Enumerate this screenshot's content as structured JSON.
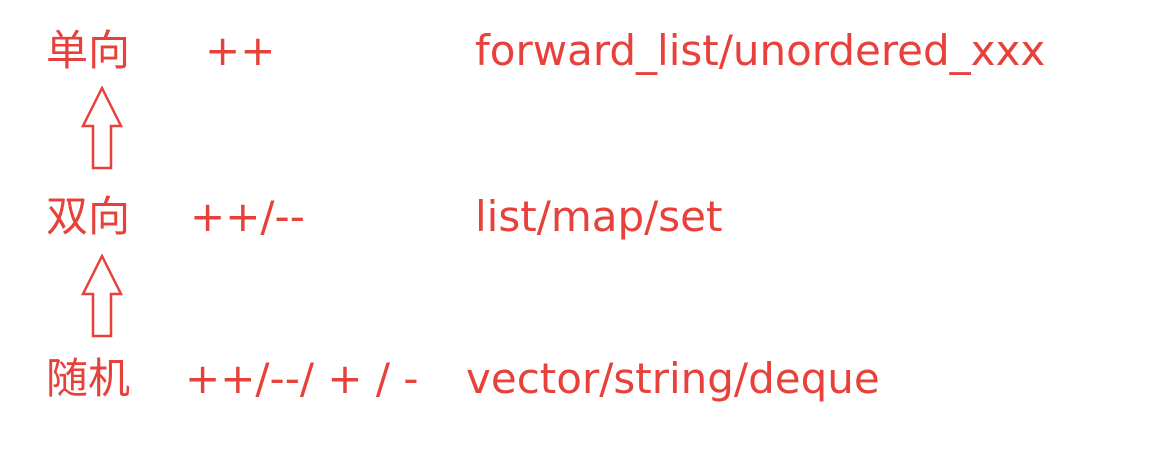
{
  "colors": {
    "text": "#e8403a",
    "background": "#ffffff"
  },
  "rows": [
    {
      "category": "单向",
      "operators": "++",
      "containers": "forward_list/unordered_xxx"
    },
    {
      "category": "双向",
      "operators": "++/--",
      "containers": "list/map/set"
    },
    {
      "category": "随机",
      "operators": "++/--/ + / -",
      "containers": "vector/string/deque"
    }
  ],
  "arrows": [
    {
      "icon": "hollow-up-arrow-icon",
      "from": "双向",
      "to": "单向"
    },
    {
      "icon": "hollow-up-arrow-icon",
      "from": "随机",
      "to": "双向"
    }
  ]
}
